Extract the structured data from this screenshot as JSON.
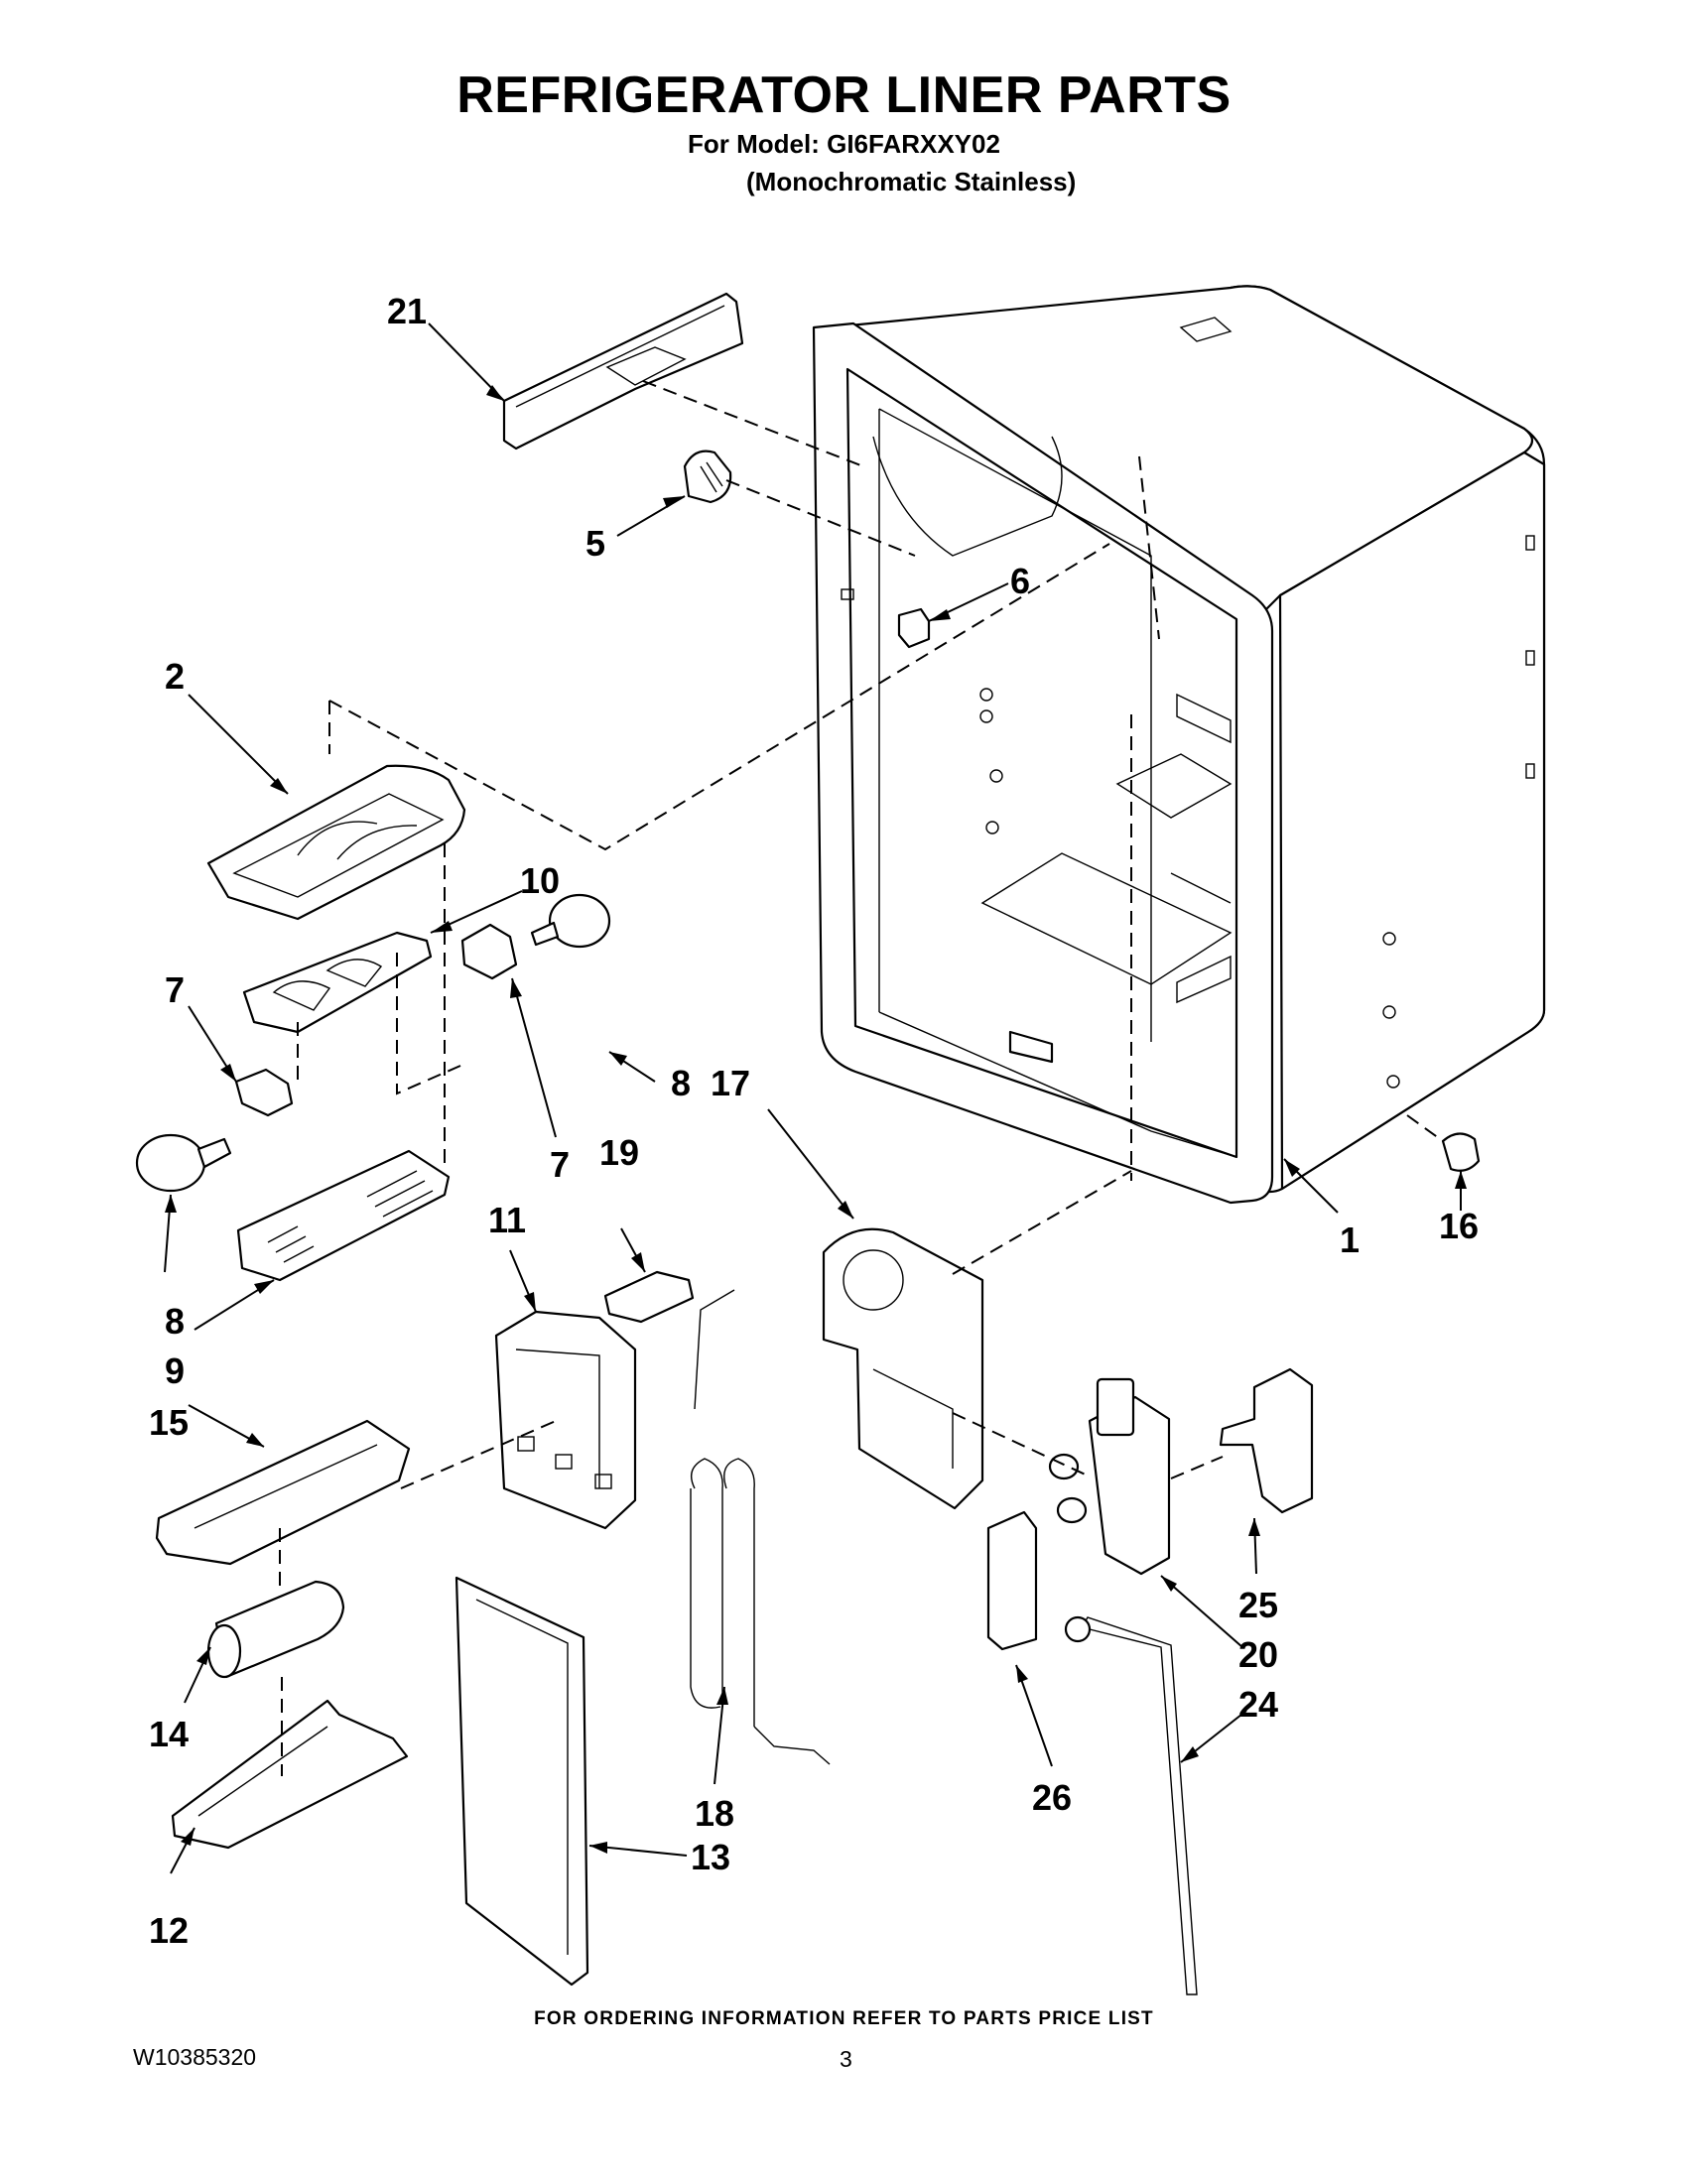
{
  "header": {
    "title": "REFRIGERATOR LINER PARTS",
    "model_line": "For Model: GI6FARXXY02",
    "variant_line": "(Monochromatic Stainless)"
  },
  "footer": {
    "ordering_note": "FOR ORDERING INFORMATION REFER TO PARTS PRICE LIST",
    "document_number": "W10385320",
    "page_number": "3"
  },
  "callouts": {
    "c1": "1",
    "c2": "2",
    "c5": "5",
    "c6": "6",
    "c7a": "7",
    "c7b": "7",
    "c8a": "8",
    "c8b": "8",
    "c9": "9",
    "c10": "10",
    "c11": "11",
    "c12": "12",
    "c13": "13",
    "c14": "14",
    "c15": "15",
    "c16": "16",
    "c17": "17",
    "c18": "18",
    "c19": "19",
    "c20": "20",
    "c21": "21",
    "c24": "24",
    "c25": "25",
    "c26": "26"
  }
}
